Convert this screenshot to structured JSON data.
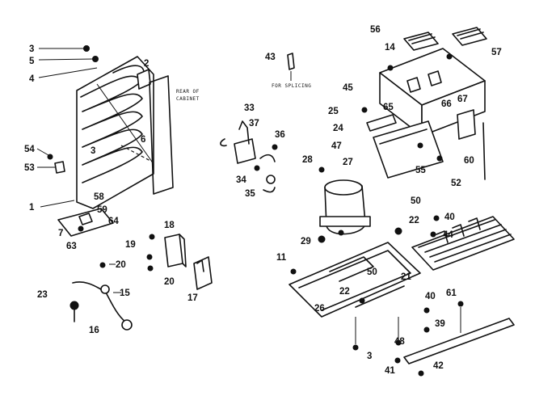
{
  "labels": {
    "l1": "1",
    "l2": "2",
    "l3a": "3",
    "l3b": "3",
    "l3c": "3",
    "l4": "4",
    "l5": "5",
    "l6": "6",
    "l7": "7",
    "l11": "11",
    "l14": "14",
    "l15": "15",
    "l16": "16",
    "l17": "17",
    "l18": "18",
    "l19": "19",
    "l20a": "20",
    "l20b": "20",
    "l21": "21",
    "l22a": "22",
    "l22b": "22",
    "l23": "23",
    "l24": "24",
    "l25": "25",
    "l26": "26",
    "l27": "27",
    "l28": "28",
    "l29": "29",
    "l33": "33",
    "l34": "34",
    "l35": "35",
    "l36": "36",
    "l37": "37",
    "l39": "39",
    "l40a": "40",
    "l40b": "40",
    "l41": "41",
    "l42": "42",
    "l43": "43",
    "l44": "44",
    "l45": "45",
    "l47": "47",
    "l48": "48",
    "l50a": "50",
    "l50b": "50",
    "l52": "52",
    "l53": "53",
    "l54": "54",
    "l55": "55",
    "l56": "56",
    "l57": "57",
    "l58": "58",
    "l59": "59",
    "l60": "60",
    "l61": "61",
    "l63": "63",
    "l64": "64",
    "l65": "65",
    "l66": "66",
    "l67": "67"
  },
  "notes": {
    "rear_line1": "REAR OF",
    "rear_line2": "CABINET",
    "for_splicing": "FOR SPLICING"
  }
}
